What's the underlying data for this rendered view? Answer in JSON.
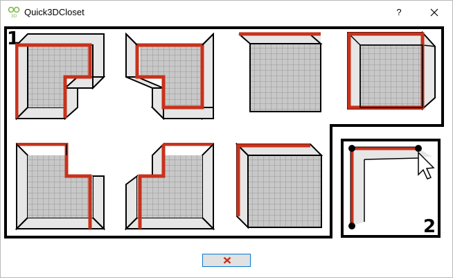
{
  "window": {
    "title": "Quick3DCloset",
    "help_label": "?",
    "logo_icon": "qc-app-icon",
    "close_icon": "close-x-icon"
  },
  "panels": {
    "shapes_number": "1",
    "draw_number": "2"
  },
  "closets": [
    {
      "icon": "closet-shape-l-left-icon"
    },
    {
      "icon": "closet-shape-l-right-icon"
    },
    {
      "icon": "closet-shape-back-wall-icon"
    },
    {
      "icon": "closet-shape-u-icon"
    },
    {
      "icon": "closet-shape-notch-top-right-icon"
    },
    {
      "icon": "closet-shape-notch-top-left-icon"
    },
    {
      "icon": "closet-shape-top-wall-icon"
    }
  ],
  "draw_panel": {
    "icon": "draw-custom-walls-icon"
  },
  "footer": {
    "cancel_icon": "cancel-x-icon"
  },
  "colors": {
    "wall": "#c8321b",
    "wall_edge": "#000000",
    "floor": "#c8c8c8",
    "grid": "#8a8a8a",
    "side": "#e6e6e6",
    "accent": "#0078d7"
  }
}
